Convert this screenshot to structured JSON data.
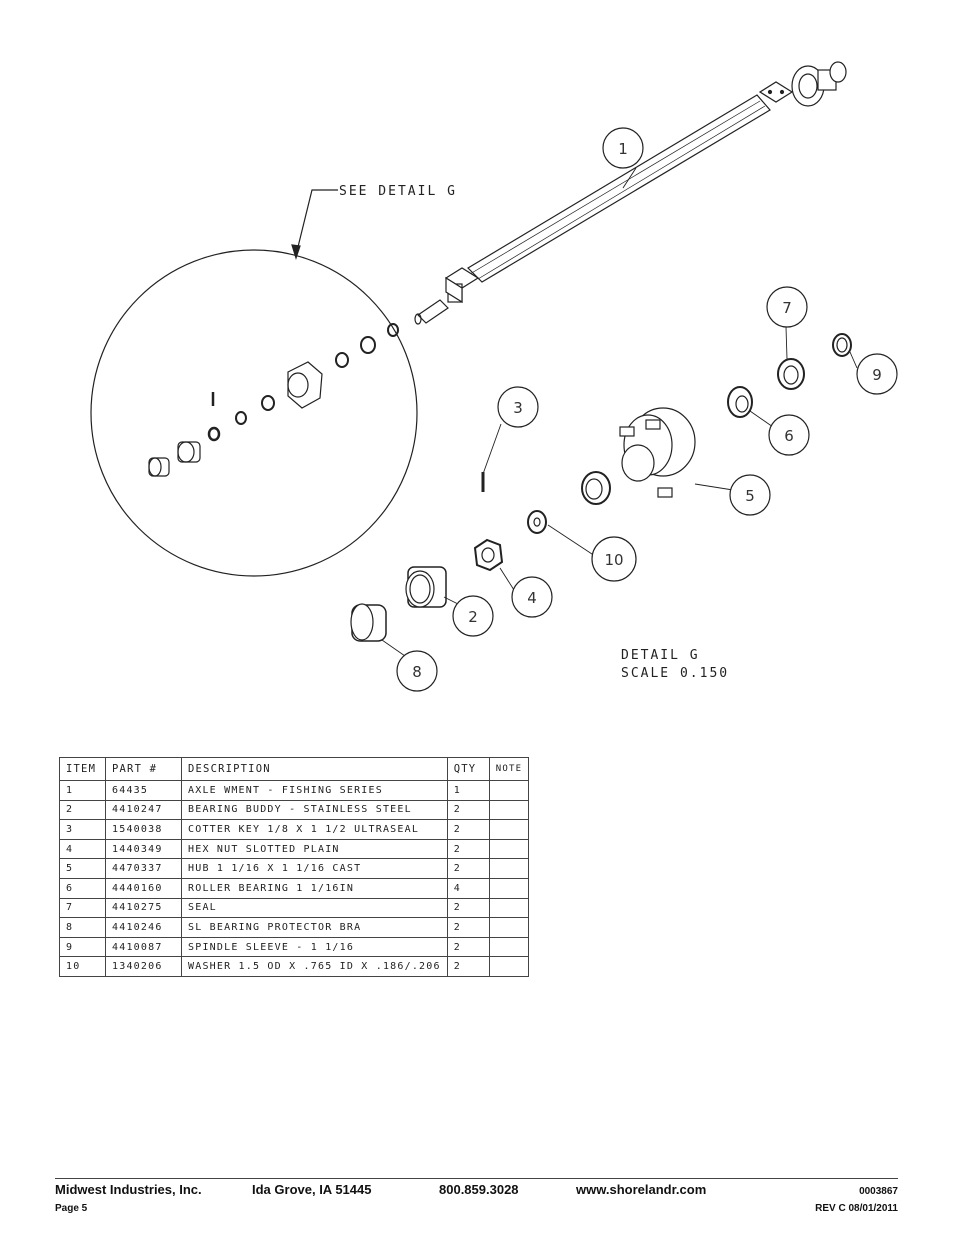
{
  "drawing": {
    "detail_callout": "SEE DETAIL  G",
    "detail_title": "DETAIL  G",
    "detail_scale": "SCALE  0.150",
    "balloons": [
      "1",
      "2",
      "3",
      "4",
      "5",
      "6",
      "7",
      "8",
      "9",
      "10"
    ]
  },
  "parts_table": {
    "headers": [
      "ITEM",
      "PART #",
      "DESCRIPTION",
      "QTY",
      "NOTE"
    ],
    "rows": [
      [
        "1",
        "64435",
        "AXLE WMENT - FISHING SERIES",
        "1",
        ""
      ],
      [
        "2",
        "4410247",
        "BEARING BUDDY - STAINLESS STEEL",
        "2",
        ""
      ],
      [
        "3",
        "1540038",
        "COTTER KEY 1/8 X 1 1/2 ULTRASEAL",
        "2",
        ""
      ],
      [
        "4",
        "1440349",
        "HEX NUT SLOTTED PLAIN",
        "2",
        ""
      ],
      [
        "5",
        "4470337",
        "HUB   1 1/16 X 1 1/16 CAST",
        "2",
        ""
      ],
      [
        "6",
        "4440160",
        "ROLLER BEARING   1 1/16IN",
        "4",
        ""
      ],
      [
        "7",
        "4410275",
        "SEAL",
        "2",
        ""
      ],
      [
        "8",
        "4410246",
        "SL BEARING PROTECTOR BRA",
        "2",
        ""
      ],
      [
        "9",
        "4410087",
        "SPINDLE SLEEVE - 1 1/16",
        "2",
        ""
      ],
      [
        "10",
        "1340206",
        "WASHER 1.5 OD X .765 ID X .186/.206",
        "2",
        ""
      ]
    ]
  },
  "footer": {
    "company": "Midwest Industries, Inc.",
    "location": "Ida Grove, IA  51445",
    "phone": "800.859.3028",
    "website": "www.shorelandr.com",
    "doc_number": "0003867",
    "page": "Page 5",
    "revision": "REV C  08/01/2011"
  }
}
